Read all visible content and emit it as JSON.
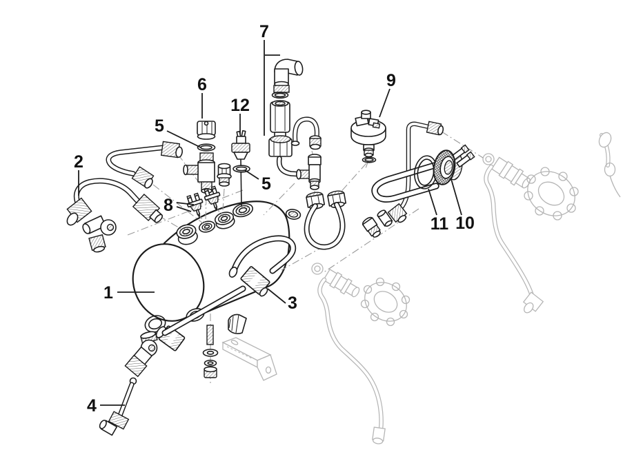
{
  "page": {
    "background": "#ffffff",
    "ink_color": "#1c1c1c",
    "ghost_color": "#b5b5b5",
    "centerline_color": "#9a9a9a",
    "label_color": "#111111"
  },
  "diagram": {
    "kind": "exploded-parts-diagram",
    "subject": "Boiler assembly exploded view with numbered part callouts",
    "callouts": [
      {
        "text": "1"
      },
      {
        "text": "2"
      },
      {
        "text": "3"
      },
      {
        "text": "4"
      },
      {
        "text": "5"
      },
      {
        "text": "5"
      },
      {
        "text": "6"
      },
      {
        "text": "7"
      },
      {
        "text": "8"
      },
      {
        "text": "9"
      },
      {
        "text": "10"
      },
      {
        "text": "11"
      },
      {
        "text": "12"
      }
    ]
  }
}
